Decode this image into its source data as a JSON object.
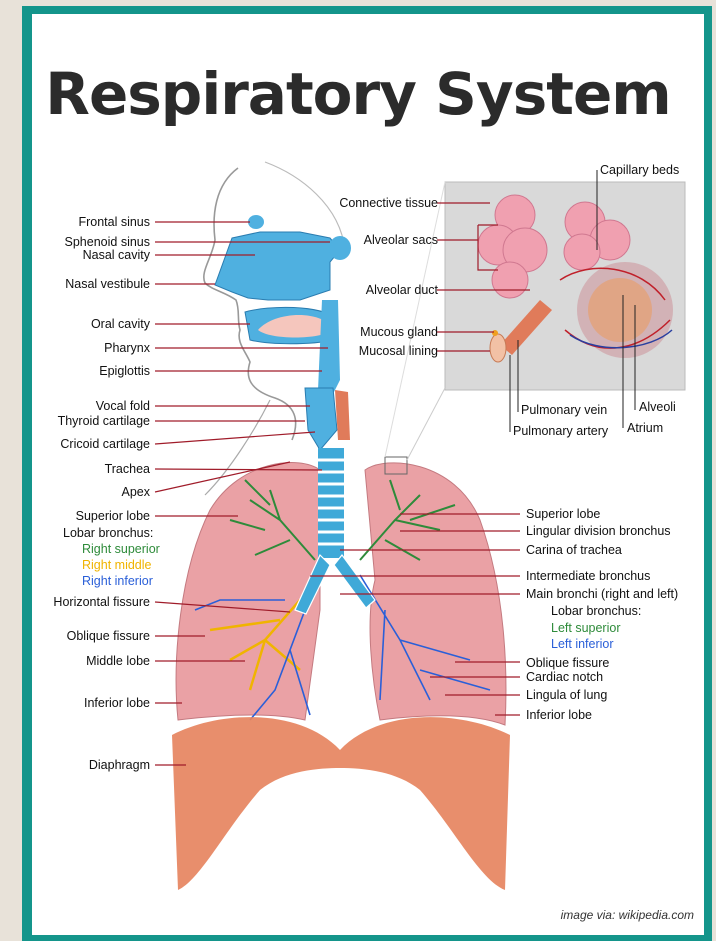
{
  "title": "Respiratory System",
  "credit": "image via: wikipedia.com",
  "labels_left": {
    "frontal_sinus": "Frontal sinus",
    "sphenoid_sinus": "Sphenoid sinus",
    "nasal_cavity": "Nasal cavity",
    "nasal_vestibule": "Nasal vestibule",
    "oral_cavity": "Oral cavity",
    "pharynx": "Pharynx",
    "epiglottis": "Epiglottis",
    "vocal_fold": "Vocal fold",
    "thyroid_cartilage": "Thyroid cartilage",
    "cricoid_cartilage": "Cricoid cartilage",
    "trachea": "Trachea",
    "apex": "Apex",
    "superior_lobe": "Superior lobe",
    "lobar_bronchus": "Lobar bronchus:",
    "right_superior": "Right superior",
    "right_middle": "Right middle",
    "right_inferior": "Right inferior",
    "horizontal_fissure": "Horizontal fissure",
    "oblique_fissure": "Oblique fissure",
    "middle_lobe": "Middle lobe",
    "inferior_lobe": "Inferior lobe",
    "diaphragm": "Diaphragm"
  },
  "labels_inset": {
    "connective_tissue": "Connective tissue",
    "alveolar_sacs": "Alveolar sacs",
    "alveolar_duct": "Alveolar duct",
    "mucous_gland": "Mucous gland",
    "mucosal_lining": "Mucosal lining",
    "capillary_beds": "Capillary beds",
    "pulmonary_vein": "Pulmonary vein",
    "pulmonary_artery": "Pulmonary artery",
    "alveoli": "Alveoli",
    "atrium": "Atrium"
  },
  "labels_right": {
    "superior_lobe": "Superior lobe",
    "lingular_division_bronchus": "Lingular division bronchus",
    "carina_of_trachea": "Carina of trachea",
    "intermediate_bronchus": "Intermediate bronchus",
    "main_bronchi": "Main bronchi (right and left)",
    "lobar_bronchus": "Lobar bronchus:",
    "left_superior": "Left superior",
    "left_inferior": "Left inferior",
    "oblique_fissure": "Oblique fissure",
    "cardiac_notch": "Cardiac notch",
    "lingula_of_lung": "Lingula of lung",
    "inferior_lobe": "Inferior lobe"
  },
  "colors": {
    "frame": "#14958b",
    "leader_line": "#a01c2a",
    "lung": "#e8a4a8",
    "diaphragm": "#e6845f",
    "trachea": "#3fa9d8",
    "bronchus_superior": "#2e8b3a",
    "bronchus_middle": "#f0b400",
    "bronchus_inferior": "#2a5fd8"
  }
}
